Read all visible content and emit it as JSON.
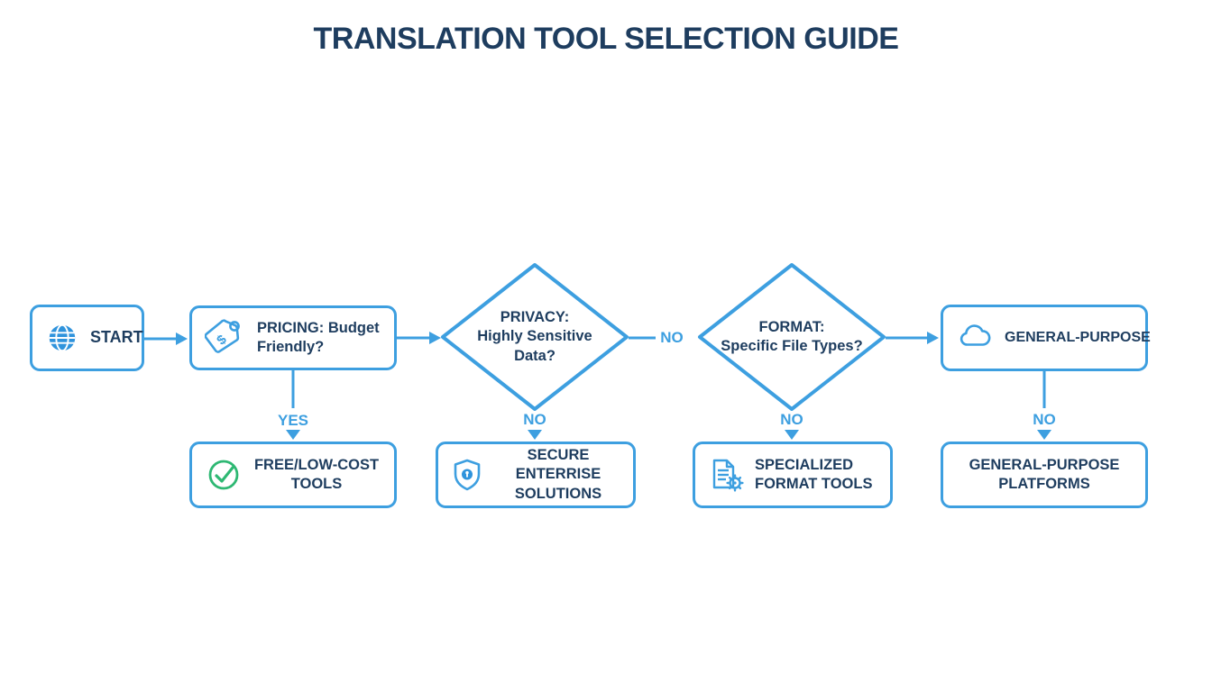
{
  "title": "TRANSLATION TOOL SELECTION GUIDE",
  "colors": {
    "line_blue": "#3d9fe0",
    "text_navy": "#1e3d5f",
    "check_green": "#2eb873"
  },
  "nodes": {
    "start": {
      "label": "START",
      "icon": "globe-icon"
    },
    "pricing": {
      "line1": "PRICING: Budget",
      "line2": "Friendly?",
      "icon": "price-tag-icon"
    },
    "privacy": {
      "line1": "PRIVACY:",
      "line2": "Highly Sensitive",
      "line3": "Data?"
    },
    "format": {
      "line1": "FORMAT:",
      "line2": "Specific File Types?"
    },
    "general": {
      "label": "GENERAL-PURPOSE",
      "icon": "cloud-icon"
    },
    "free": {
      "line1": "FREE/LOW-COST",
      "line2": "TOOLS",
      "icon": "check-circle-icon"
    },
    "secure": {
      "line1": "SECURE ENTERRISE",
      "line2": "SOLUTIONS",
      "icon": "shield-lock-icon"
    },
    "specialized": {
      "line1": "SPECIALIZED",
      "line2": "FORMAT TOOLS",
      "icon": "document-gear-icon"
    },
    "platforms": {
      "line1": "GENERAL-PURPOSE",
      "line2": "PLATFORMS"
    }
  },
  "edges": {
    "pricing_down": "YES",
    "privacy_right": "NO",
    "privacy_down": "NO",
    "format_down": "NO",
    "general_down": "NO"
  }
}
